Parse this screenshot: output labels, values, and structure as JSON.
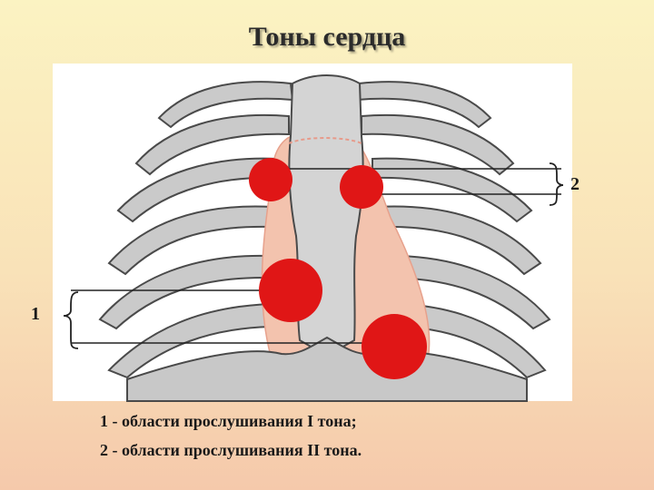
{
  "title": "Тоны сердца",
  "labels": {
    "group1": "1",
    "group2": "2"
  },
  "legend": [
    "1 - области прослушивания I тона;",
    "2 - области прослушивания II тона."
  ],
  "colors": {
    "point": "#e01616",
    "rib": "#c9c9c9",
    "rib_outline": "#4a4a4a",
    "heart": "#f1b9a5",
    "panel": "#ffffff"
  }
}
